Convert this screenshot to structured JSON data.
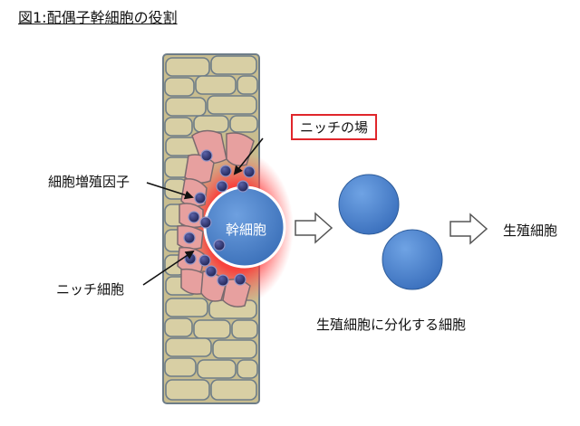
{
  "title": "図1:配偶子幹細胞の役割",
  "labels": {
    "niche_place": "ニッチの場",
    "growth_factor": "細胞増殖因子",
    "stem_cell": "幹細胞",
    "niche_cell": "ニッチ細胞",
    "gamete": "生殖細胞",
    "differentiating": "生殖細胞に分化する細胞"
  },
  "colors": {
    "tissue_cell": "#d8cfa4",
    "tissue_border": "#6e7d88",
    "niche_cell": "#e7a09f",
    "stem_cell": "#4d82c9",
    "factor_dot": "#2e336e",
    "niche_glow": "#ff2424",
    "box_border": "#e0262b"
  }
}
